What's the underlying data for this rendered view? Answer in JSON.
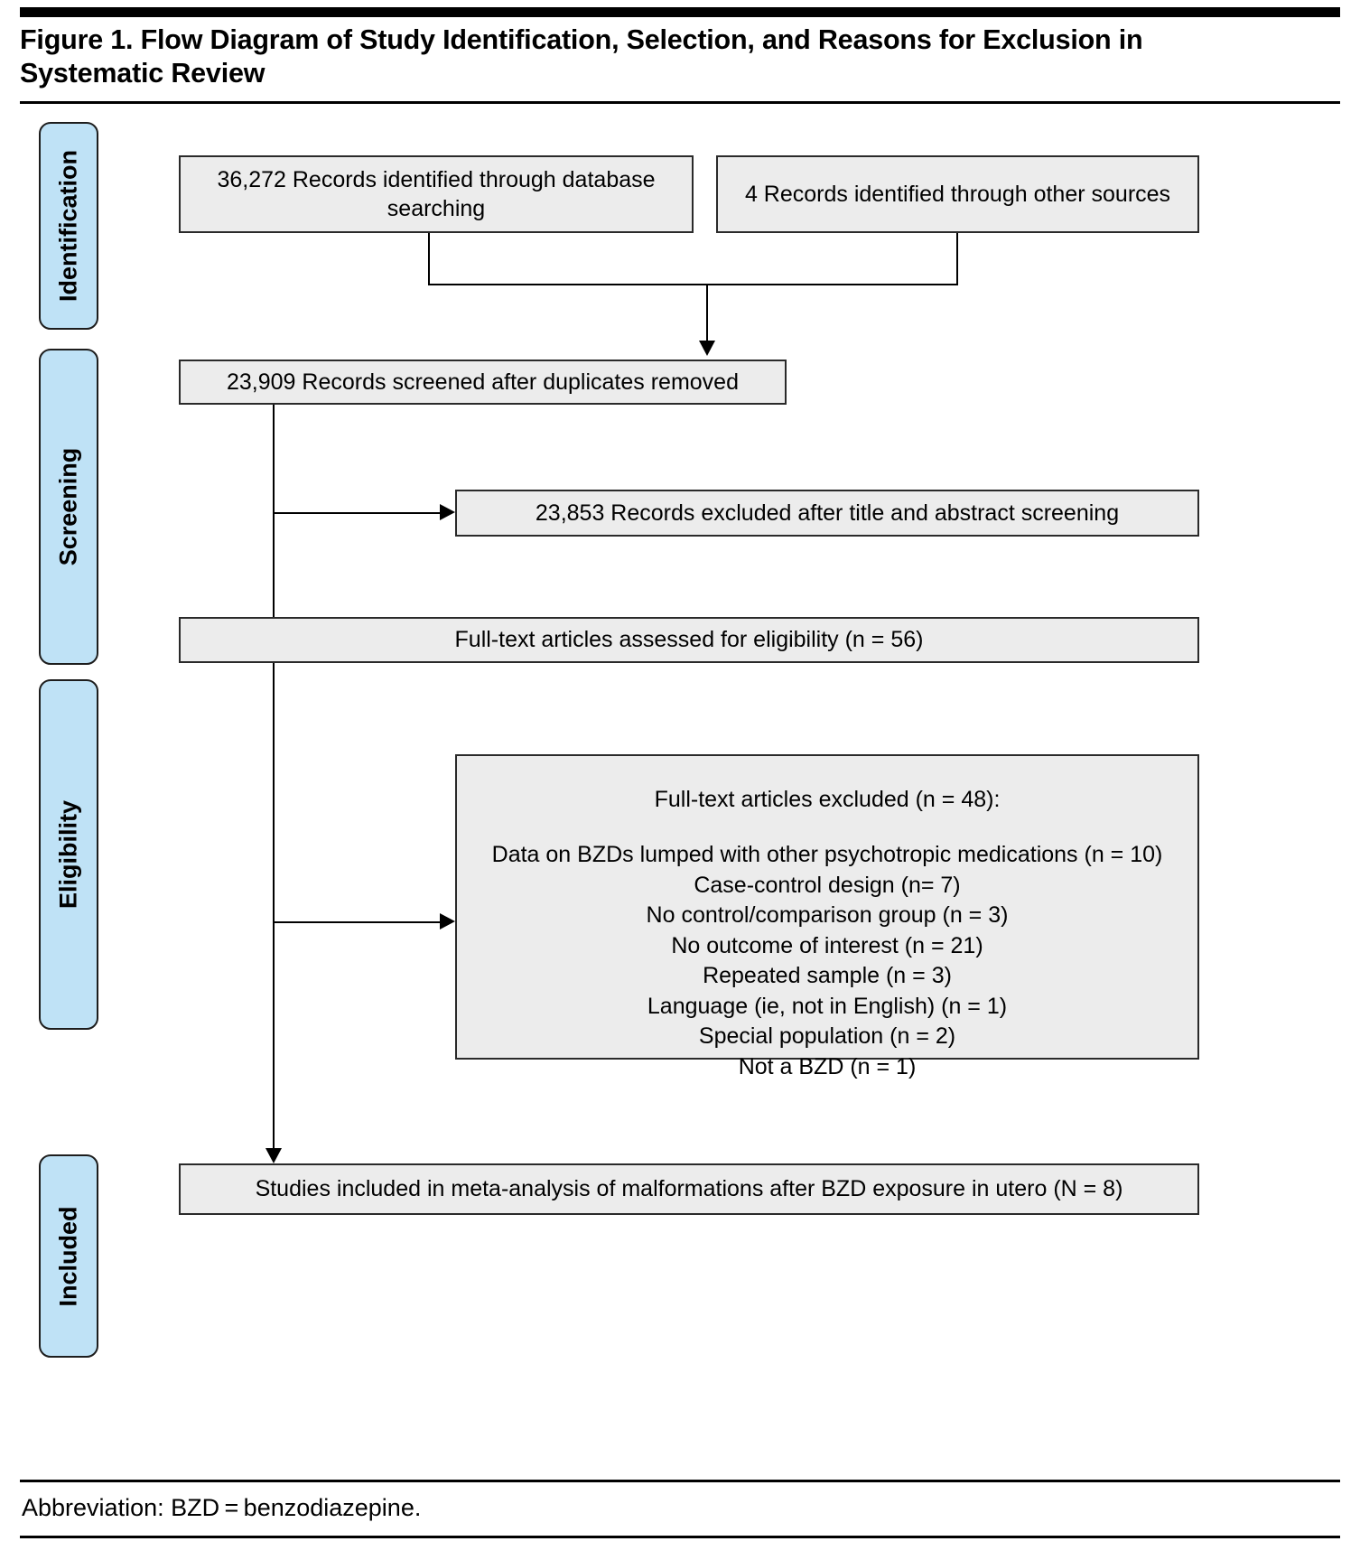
{
  "figure": {
    "title": "Figure 1. Flow Diagram of Study Identification, Selection, and Reasons for Exclusion in Systematic Review",
    "footnote": "Abbreviation: BZD = benzodiazepine."
  },
  "stages": [
    {
      "key": "identification",
      "label": "Identification"
    },
    {
      "key": "screening",
      "label": "Screening"
    },
    {
      "key": "eligibility",
      "label": "Eligibility"
    },
    {
      "key": "included",
      "label": "Included"
    }
  ],
  "boxes": {
    "database_search": "36,272 Records identified through database searching",
    "other_sources": "4 Records identified through other sources",
    "screened": "23,909 Records screened after duplicates removed",
    "excluded_screening": "23,853 Records excluded after title and abstract screening",
    "fulltext_assessed": "Full-text articles assessed for eligibility (n = 56)",
    "included_final": "Studies included in meta-analysis of malformations after BZD exposure in utero (N = 8)"
  },
  "exclusions": {
    "heading": "Full-text articles excluded (n = 48):",
    "reasons": [
      "Data on BZDs lumped with other psychotropic medications (n = 10)",
      "Case-control design (n= 7)",
      "No control/comparison group (n = 3)",
      "No outcome of interest (n = 21)",
      "Repeated sample (n = 3)",
      "Language (ie, not in English) (n = 1)",
      "Special population (n = 2)",
      "Not a BZD (n = 1)"
    ]
  },
  "chart_data": {
    "type": "diagram",
    "title": "PRISMA flow diagram",
    "nodes": [
      {
        "id": "db",
        "stage": "Identification",
        "label": "Records identified through database searching",
        "count": 36272
      },
      {
        "id": "other",
        "stage": "Identification",
        "label": "Records identified through other sources",
        "count": 4
      },
      {
        "id": "screened",
        "stage": "Screening",
        "label": "Records screened after duplicates removed",
        "count": 23909
      },
      {
        "id": "excl_screen",
        "stage": "Screening",
        "label": "Records excluded after title and abstract screening",
        "count": 23853
      },
      {
        "id": "fulltext",
        "stage": "Eligibility",
        "label": "Full-text articles assessed for eligibility",
        "count": 56
      },
      {
        "id": "excl_full",
        "stage": "Eligibility",
        "label": "Full-text articles excluded",
        "count": 48
      },
      {
        "id": "included",
        "stage": "Included",
        "label": "Studies included in meta-analysis of malformations after BZD exposure in utero",
        "count": 8
      }
    ],
    "exclusion_breakdown": [
      {
        "reason": "Data on BZDs lumped with other psychotropic medications",
        "n": 10
      },
      {
        "reason": "Case-control design",
        "n": 7
      },
      {
        "reason": "No control/comparison group",
        "n": 3
      },
      {
        "reason": "No outcome of interest",
        "n": 21
      },
      {
        "reason": "Repeated sample",
        "n": 3
      },
      {
        "reason": "Language (ie, not in English)",
        "n": 1
      },
      {
        "reason": "Special population",
        "n": 2
      },
      {
        "reason": "Not a BZD",
        "n": 1
      }
    ],
    "edges": [
      {
        "from": "db",
        "to": "screened"
      },
      {
        "from": "other",
        "to": "screened"
      },
      {
        "from": "screened",
        "to": "excl_screen"
      },
      {
        "from": "screened",
        "to": "fulltext"
      },
      {
        "from": "fulltext",
        "to": "excl_full"
      },
      {
        "from": "fulltext",
        "to": "included"
      }
    ],
    "colors": {
      "box_fill": "#ececec",
      "box_border": "#2a2a2a",
      "stage_fill": "#bfe2f6",
      "stage_border": "#1d1d1d"
    }
  }
}
